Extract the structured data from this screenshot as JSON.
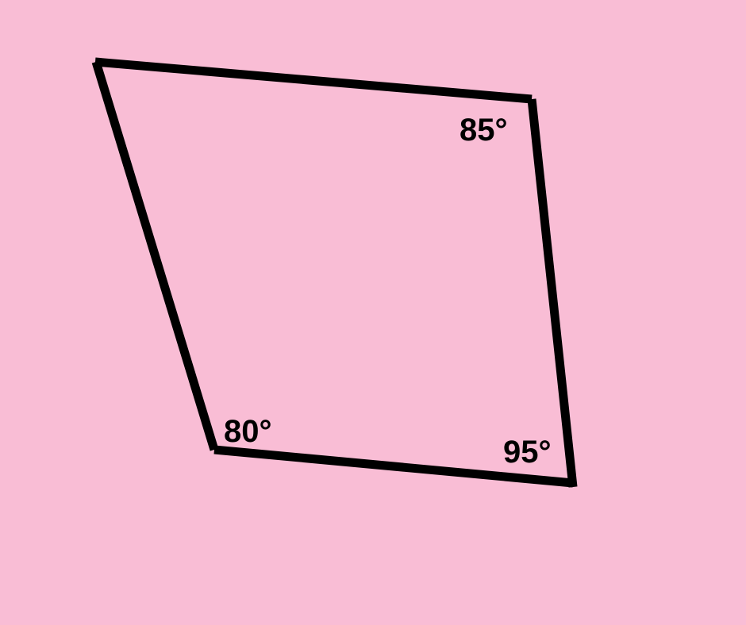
{
  "colors": {
    "background": "#F9BDD5",
    "stroke": "#000000",
    "label": "#000000"
  },
  "diagram": {
    "shape": "quadrilateral",
    "angles": [
      {
        "vertex": "top-right",
        "text": "85°"
      },
      {
        "vertex": "bottom-left",
        "text": "80°"
      },
      {
        "vertex": "bottom-right",
        "text": "95°"
      }
    ]
  }
}
